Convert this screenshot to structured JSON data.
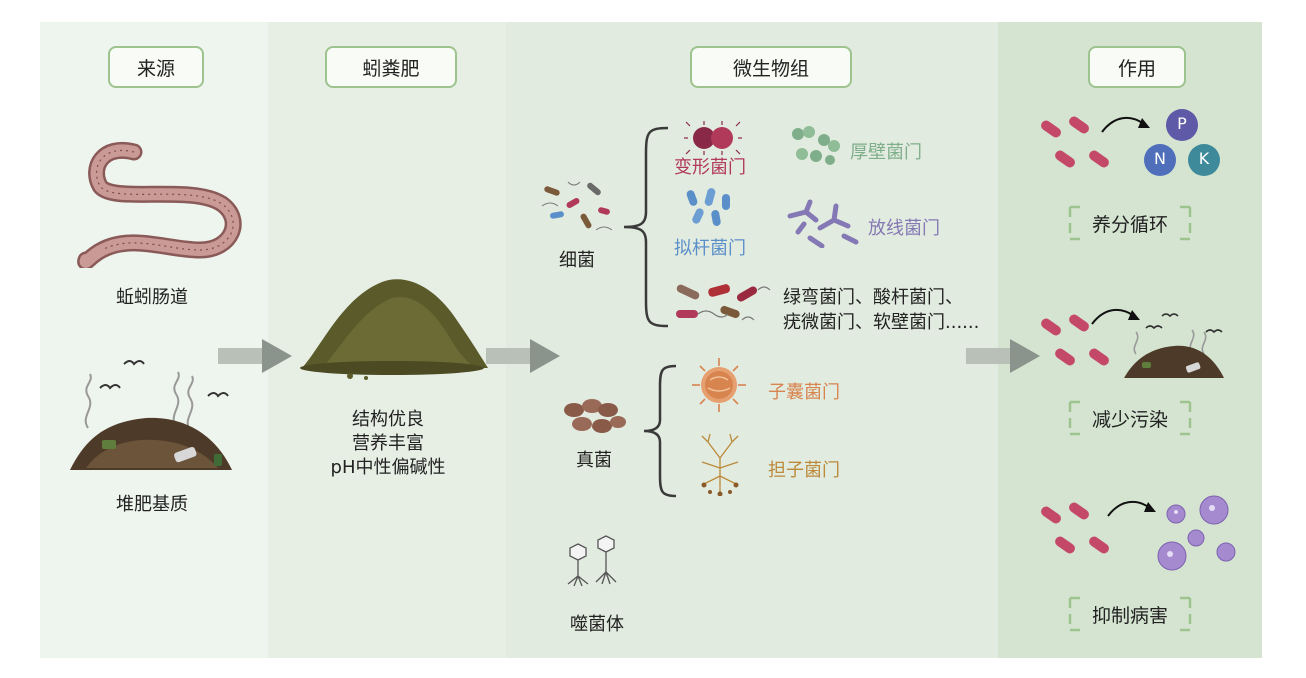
{
  "columns": {
    "source": {
      "header": "来源",
      "gut_label": "蚯蚓肠道",
      "compost_label": "堆肥基质"
    },
    "vermicompost": {
      "header": "蚓粪肥",
      "properties": [
        "结构优良",
        "营养丰富",
        "pH中性偏碱性"
      ]
    },
    "microbiome": {
      "header": "微生物组",
      "bacteria": {
        "label": "细菌",
        "phyla": {
          "proteobacteria": "变形菌门",
          "firmicutes": "厚壁菌门",
          "bacteroidetes": "拟杆菌门",
          "actinobacteria": "放线菌门",
          "others_line1": "绿弯菌门、酸杆菌门、",
          "others_line2": "疣微菌门、软壁菌门......"
        }
      },
      "fungi": {
        "label": "真菌",
        "phyla": {
          "ascomycota": "子囊菌门",
          "basidiomycota": "担子菌门"
        }
      },
      "phage": {
        "label": "噬菌体"
      }
    },
    "effects": {
      "header": "作用",
      "nutrient_cycle": "养分循环",
      "pollution": "减少污染",
      "disease": "抑制病害",
      "nutrients": [
        "P",
        "N",
        "K"
      ]
    }
  },
  "colors": {
    "proteobacteria": "#b13a5a",
    "firmicutes": "#7fae8a",
    "bacteroidetes": "#5b8fc9",
    "actinobacteria": "#8478b5",
    "ascomycota": "#d7844f",
    "basidiomycota": "#bb8a3b",
    "header_border": "#9dc38f"
  }
}
